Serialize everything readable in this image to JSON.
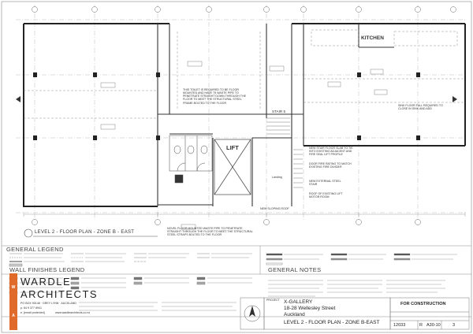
{
  "drawing": {
    "plan_title": "LEVEL 2 - FLOOR PLAN - ZONE B - EAST",
    "rooms": {
      "kitchen": "KITCHEN",
      "lift": "LIFT",
      "stair": "STAIR 5",
      "landing": "Landing"
    },
    "notes": {
      "toilet_note": "THIS TOILET IS REQUIRED TO BE FLOOR MOUNTED AND HAVE 75 WASTE PIPE TO PENETRATE STRAIGHT DOWN THROUGH THE FLOOR TO MEET THE STRUCTURAL STEEL FRAME BOLTED TO THE FLOOR",
      "sink_note": "SINK FLOOR FALL REQUIRED TO CLOSE IN SINK AND ADD",
      "stair_note": "NEW STAIR FLOOR SLAB TO TIE INTO EXISTING ADJACENT AND FIRE SEAL LIFT PROFILE",
      "door_note": "DOOR FIRE RATING TO MATCH EXISTING FIRE DIVIDER",
      "steel_stair": "NEW EXTERNAL STEEL STAIR",
      "roof_note": "ROOF OF EXISTING LIFT MOTOR ROOM",
      "sloping_roof": "NEW SLOPING ROOF",
      "basin_note": "NOVEL FLOOR MOUNTED WASTE PIPE TO PENETRATE STRAIGHT THROUGH THE FLOOR TO MEET THE STRUCTURAL STEEL STRAPS BOLTED TO THE FLOOR"
    }
  },
  "legends": {
    "general": "GENERAL LEGEND",
    "wall_finishes": "WALL FINISHES LEGEND",
    "general_notes": "GENERAL NOTES"
  },
  "firm": {
    "name_line1": "WARDLE",
    "name_line2": "ARCHITECTS",
    "address": "PO BOX 90148 · GREY LYNN · AUCKLAND",
    "phone": "p. 64 9 377 8941",
    "email": "e. [email protected]",
    "web": "www.wardlearchitects.co.nz"
  },
  "project": {
    "label": "PROJECT",
    "name": "X-GALLERY",
    "address": "18-28 Wellesley Street",
    "city": "Auckland",
    "drawing_title": "LEVEL 2 - FLOOR PLAN - ZONE B-EAST",
    "status": "FOR CONSTRUCTION",
    "job_number": "12033",
    "sheet_number": "A30-10",
    "revision": "3",
    "rev_label": "R"
  }
}
